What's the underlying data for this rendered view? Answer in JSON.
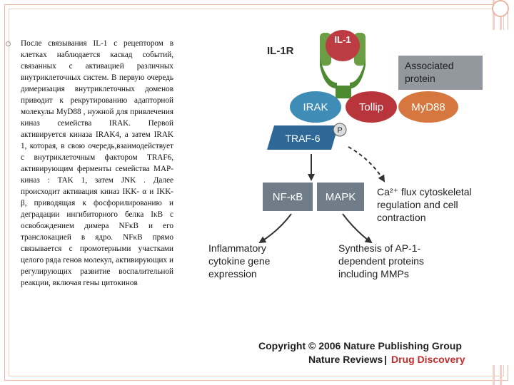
{
  "slide": {
    "body_text": "После связывания IL-1 с рецептором в клетках наблюдается каскад событий, связанных с активацией различных внутриклеточных систем. В первую очередь димеризация внутриклеточных доменов приводит к рекрутированию адапторной молекулы MyD88 , нужной для привлечения киназ семейства IRAK. Первой активируется киназа IRAK4, а затем IRAK 1, которая, в свою очередь,взаимодействует с внутриклеточным фактором TRAF6, активирующим ферменты семейства MAP-киназ : TAK 1, затем JNK . Далее происходит активация киназ IKK- α и IKK- β, приводящая к фосфорилированию и деградации ингибиторного белка IκB с освобождением димера NFκB и его транслокацией в ядро. NFκB прямо связывается с промотерными участками целого ряда генов молекул, активирующих и регулирующих развитие воспалительной реакции, включая гены цитокинов"
  },
  "diagram": {
    "receptor_label": "IL-1R",
    "ligand_label": "IL-1",
    "associated_protein": "Associated protein",
    "irak": "IRAK",
    "tollip": "Tollip",
    "myd88": "MyD88",
    "traf6": "TRAF-6",
    "phospho": "P",
    "nfkb": "NF-κB",
    "mapk": "MAPK",
    "ca_flux": "Ca²⁺ flux cytoskeletal regulation and cell contraction",
    "inflammatory": "Inflammatory cytokine gene expression",
    "synthesis": "Synthesis of AP-1-dependent proteins including MMPs",
    "copyright": "Copyright © 2006 Nature Publishing Group",
    "journal": "Nature Reviews",
    "journal_section": "Drug Discovery",
    "colors": {
      "irak_fill": "#3f8cb7",
      "tollip_fill": "#b8363b",
      "myd88_fill": "#d5773e",
      "traf6_fill": "#2e6897",
      "nfkb_fill": "#707c87",
      "receptor_fill": "#6b9e44",
      "ligand_fill": "#bd3c43",
      "assoc_fill": "#93989f",
      "text_dark": "#222222",
      "brand_red": "#c72a2a"
    }
  }
}
